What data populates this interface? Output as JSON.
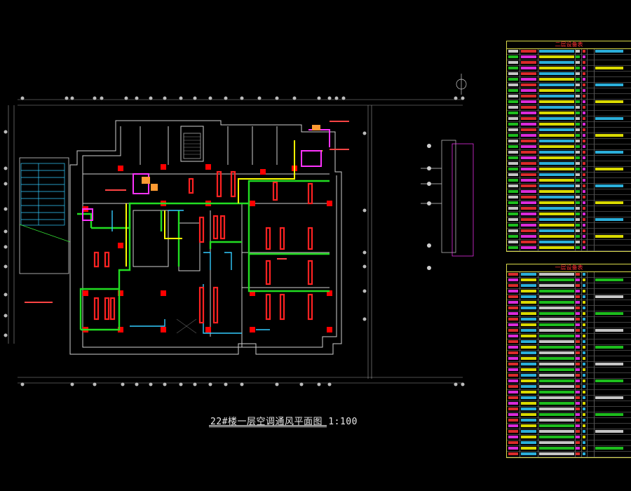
{
  "drawing": {
    "title": "22#楼一层空调通风平面图 1:100"
  },
  "tables": [
    {
      "name": "二层设备表",
      "rows": 36
    },
    {
      "name": "一层设备表",
      "rows": 33
    }
  ],
  "colors": {
    "background": "#000000",
    "wall": "#cfcfcf",
    "duct_supply": "#22dd22",
    "duct_exhaust": "#ff2222",
    "duct_fresh": "#ffff00",
    "duct_return": "#ff33ff",
    "water_pipe": "#33ccff",
    "column": "#ff0000",
    "grid": "#bbbbbb",
    "table_border": "#d9d94a",
    "table_title": "#ff3333"
  }
}
